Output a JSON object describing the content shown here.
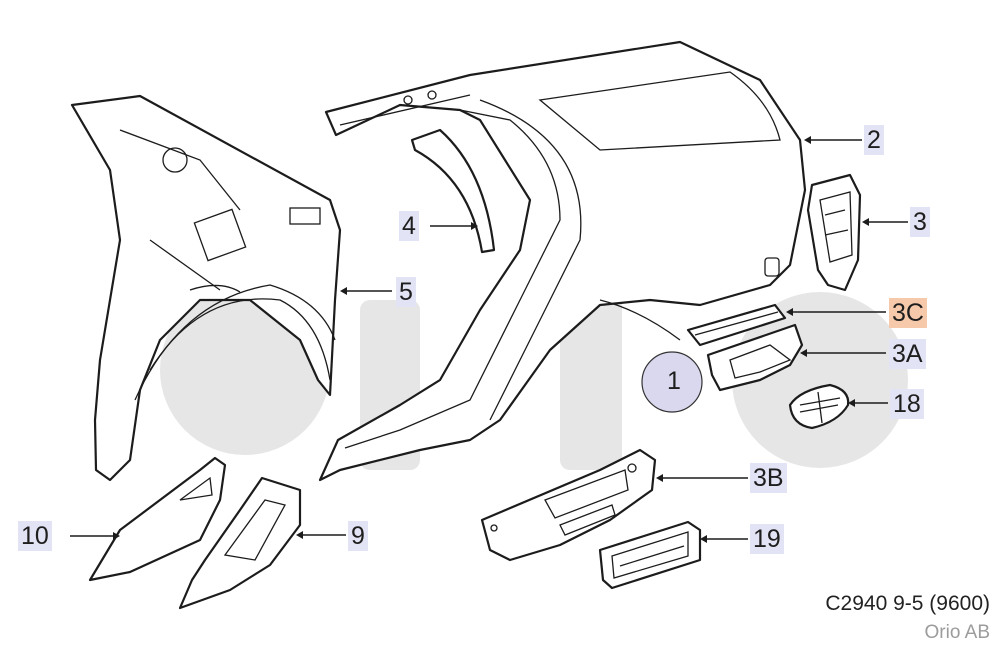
{
  "colors": {
    "label_bg": "#e3e3f6",
    "highlight_bg": "#f6c9ab",
    "bubble_fill": "#d9d8ef",
    "watermark": "#c8c8c8"
  },
  "callouts": {
    "c1": "1",
    "c2": "2",
    "c3": "3",
    "c3c": "3C",
    "c3a": "3A",
    "c18": "18",
    "c3b": "3B",
    "c19": "19",
    "c4": "4",
    "c5": "5",
    "c9": "9",
    "c10": "10"
  },
  "highlighted_callout": "3C",
  "footer": {
    "diagram_code": "C2940 9-5 (9600)",
    "maker": "Orio AB"
  }
}
